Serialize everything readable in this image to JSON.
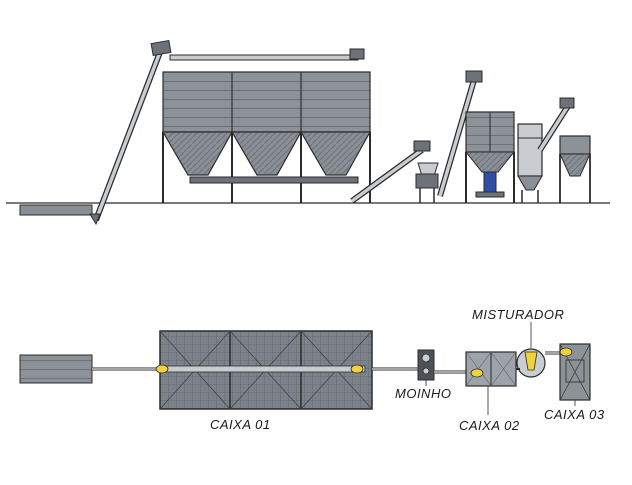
{
  "diagram": {
    "labels": {
      "caixa01": "CAIXA 01",
      "moinho": "MOINHO",
      "caixa02": "CAIXA 02",
      "misturador": "MISTURADOR",
      "caixa03": "CAIXA 03"
    },
    "colors": {
      "line": "#2b2b2b",
      "panel": "#8a8f97",
      "panel_dark": "#6d727a",
      "steel": "#c9ccd1",
      "accent_yellow": "#f2d23a",
      "accent_blue": "#2d4fa8"
    }
  }
}
